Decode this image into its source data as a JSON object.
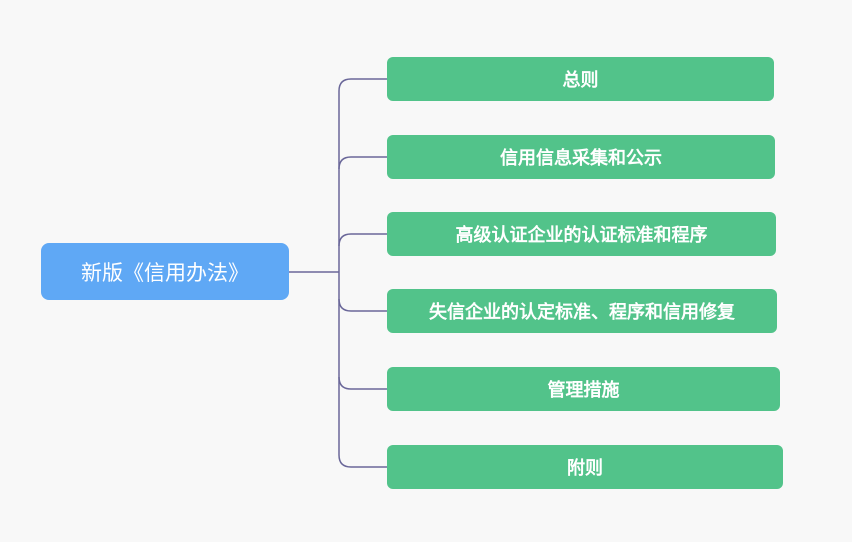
{
  "root": {
    "label": "新版《信用办法》"
  },
  "children": [
    {
      "label": "总则"
    },
    {
      "label": "信用信息采集和公示"
    },
    {
      "label": "高级认证企业的认证标准和程序"
    },
    {
      "label": "失信企业的认定标准、程序和信用修复"
    },
    {
      "label": "管理措施"
    },
    {
      "label": "附则"
    }
  ],
  "colors": {
    "background": "#f8f8f8",
    "root_fill": "#5fa8f5",
    "child_fill": "#52c38a",
    "connector": "#6a6799",
    "text": "#ffffff"
  }
}
